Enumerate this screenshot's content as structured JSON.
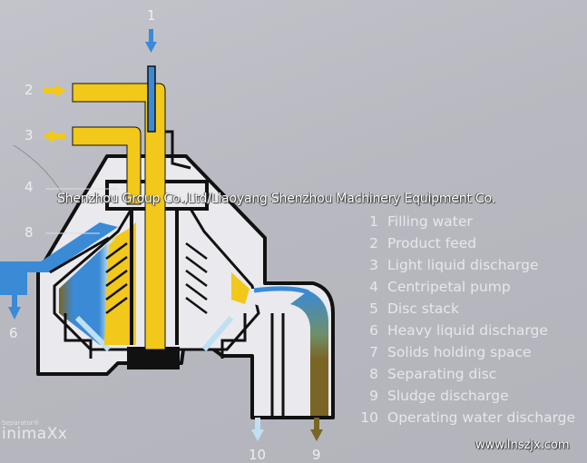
{
  "callouts": [
    "1",
    "2",
    "3",
    "4",
    "8",
    "6",
    "10",
    "9"
  ],
  "legend": [
    {
      "num": "1",
      "label": "Filling water"
    },
    {
      "num": "2",
      "label": "Product feed"
    },
    {
      "num": "3",
      "label": "Light liquid discharge"
    },
    {
      "num": "4",
      "label": "Centripetal pump"
    },
    {
      "num": "5",
      "label": "Disc stack"
    },
    {
      "num": "6",
      "label": "Heavy liquid discharge"
    },
    {
      "num": "7",
      "label": "Solids holding space"
    },
    {
      "num": "8",
      "label": "Separating disc"
    },
    {
      "num": "9",
      "label": "Sludge discharge"
    },
    {
      "num": "10",
      "label": "Operating water discharge"
    }
  ],
  "watermark": "Shenzhou Group Co.,Ltd/Liaoyang Shenzhou Machinery Equipment Co.",
  "website": "www.lnszjx.com",
  "brand": {
    "small": "Separator®",
    "name": "inimaXx"
  },
  "colors": {
    "product": "#f2c81a",
    "water": "#3a8ad6",
    "light_water": "#bfe0f3",
    "sludge": "#7a6524",
    "housing": "#e9e9ee",
    "background": "#b8b9c0"
  }
}
